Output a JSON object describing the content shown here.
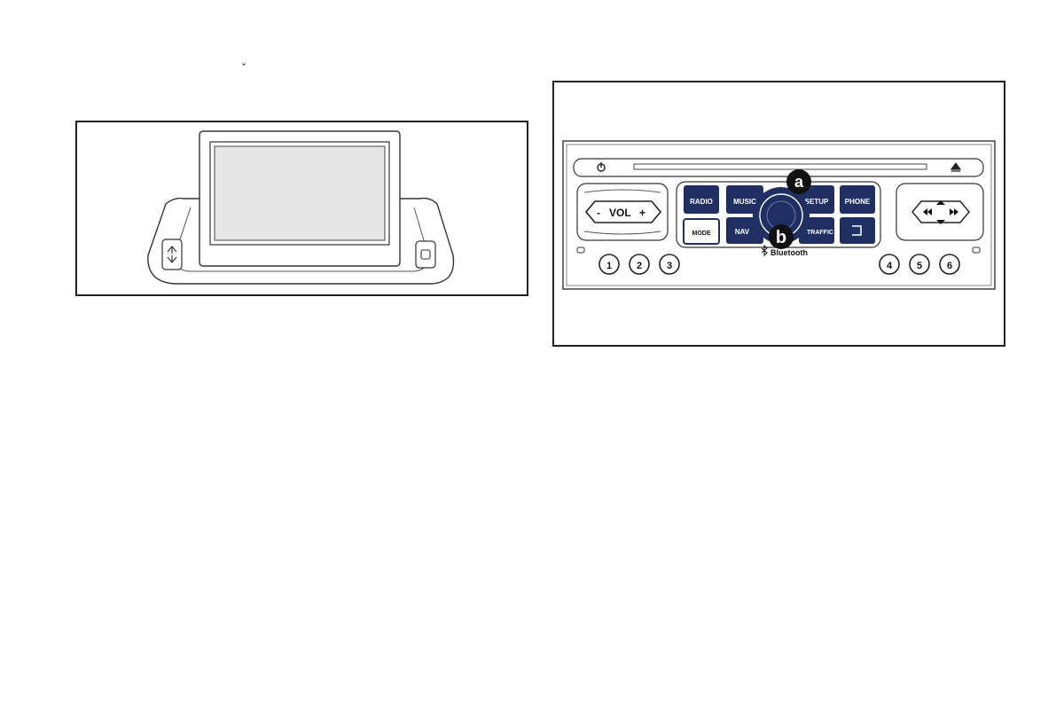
{
  "stray_mark": "ˇ",
  "figure_screen": {
    "up_icon": "arrow-up-icon",
    "down_icon": "arrow-down-icon",
    "side_icon": "screen-toggle-icon"
  },
  "figure_radio": {
    "power_icon": "power-icon",
    "eject_icon": "eject-icon",
    "vol_minus": "-",
    "vol_label": "VOL",
    "vol_plus": "+",
    "radio": "RADIO",
    "music": "MUSIC",
    "setup": "SETUP",
    "phone": "PHONE",
    "mode": "MODE",
    "nav": "NAV",
    "traffic": "TRAFFIC",
    "callout_a": "a",
    "callout_b": "b",
    "bluetooth": "Bluetooth",
    "presets": [
      "1",
      "2",
      "3",
      "4",
      "5",
      "6"
    ],
    "colors": {
      "panel_blue": "#1f2f63",
      "outline": "#333333"
    }
  }
}
